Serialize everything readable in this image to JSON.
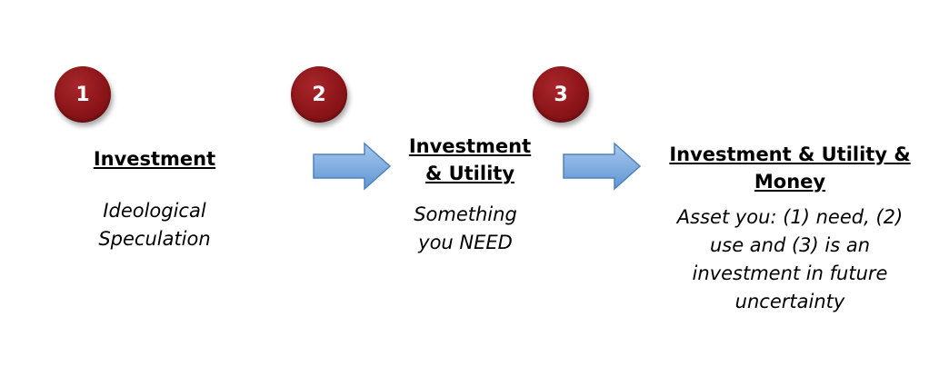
{
  "steps": [
    {
      "number": "1",
      "title_lines": [
        "Investment"
      ],
      "description_lines": [
        "Ideological",
        "Speculation"
      ]
    },
    {
      "number": "2",
      "title_lines": [
        "Investment",
        "& Utility"
      ],
      "description_lines": [
        "Something",
        "you NEED"
      ]
    },
    {
      "number": "3",
      "title_lines": [
        "Investment & Utility &",
        "Money"
      ],
      "description_lines": [
        "Asset you: (1) need, (2)",
        "use and (3) is an",
        "investment in future",
        "uncertainty"
      ]
    }
  ],
  "colors": {
    "badge": "#8c1519",
    "arrow_fill": "#7aaee0",
    "arrow_stroke": "#4f81bd"
  }
}
